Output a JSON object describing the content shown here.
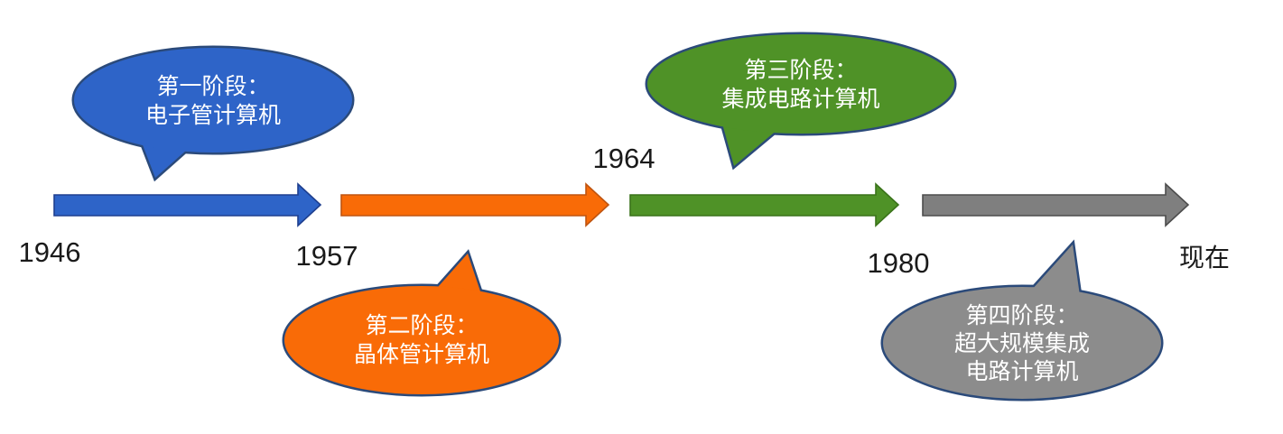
{
  "background": "#ffffff",
  "bubble_outline_color": "#2B4A7A",
  "bubble_text_color": "#ffffff",
  "year_text_color": "#1a1a1a",
  "stages": [
    {
      "id": 1,
      "year": "1946",
      "bubble_lines": [
        "第一阶段：",
        "电子管计算机"
      ],
      "bubble_fill": "#2E64C8",
      "arrow_fill": "#2E64C8",
      "arrow_outline": "#1E3F8F"
    },
    {
      "id": 2,
      "year": "1957",
      "bubble_lines": [
        "第二阶段：",
        "晶体管计算机"
      ],
      "bubble_fill": "#F96B07",
      "arrow_fill": "#F96B07",
      "arrow_outline": "#BF5410"
    },
    {
      "id": 3,
      "year": "1964",
      "bubble_lines": [
        "第三阶段：",
        "集成电路计算机"
      ],
      "bubble_fill": "#4F9227",
      "arrow_fill": "#4F9227",
      "arrow_outline": "#3A731A"
    },
    {
      "id": 4,
      "year": "1980",
      "bubble_lines": [
        "第四阶段：",
        "超大规模集成",
        "电路计算机"
      ],
      "bubble_fill": "#8C8C8C",
      "arrow_fill": "#7F7F7F",
      "arrow_outline": "#4D4D4D"
    }
  ],
  "end_label": "现在"
}
